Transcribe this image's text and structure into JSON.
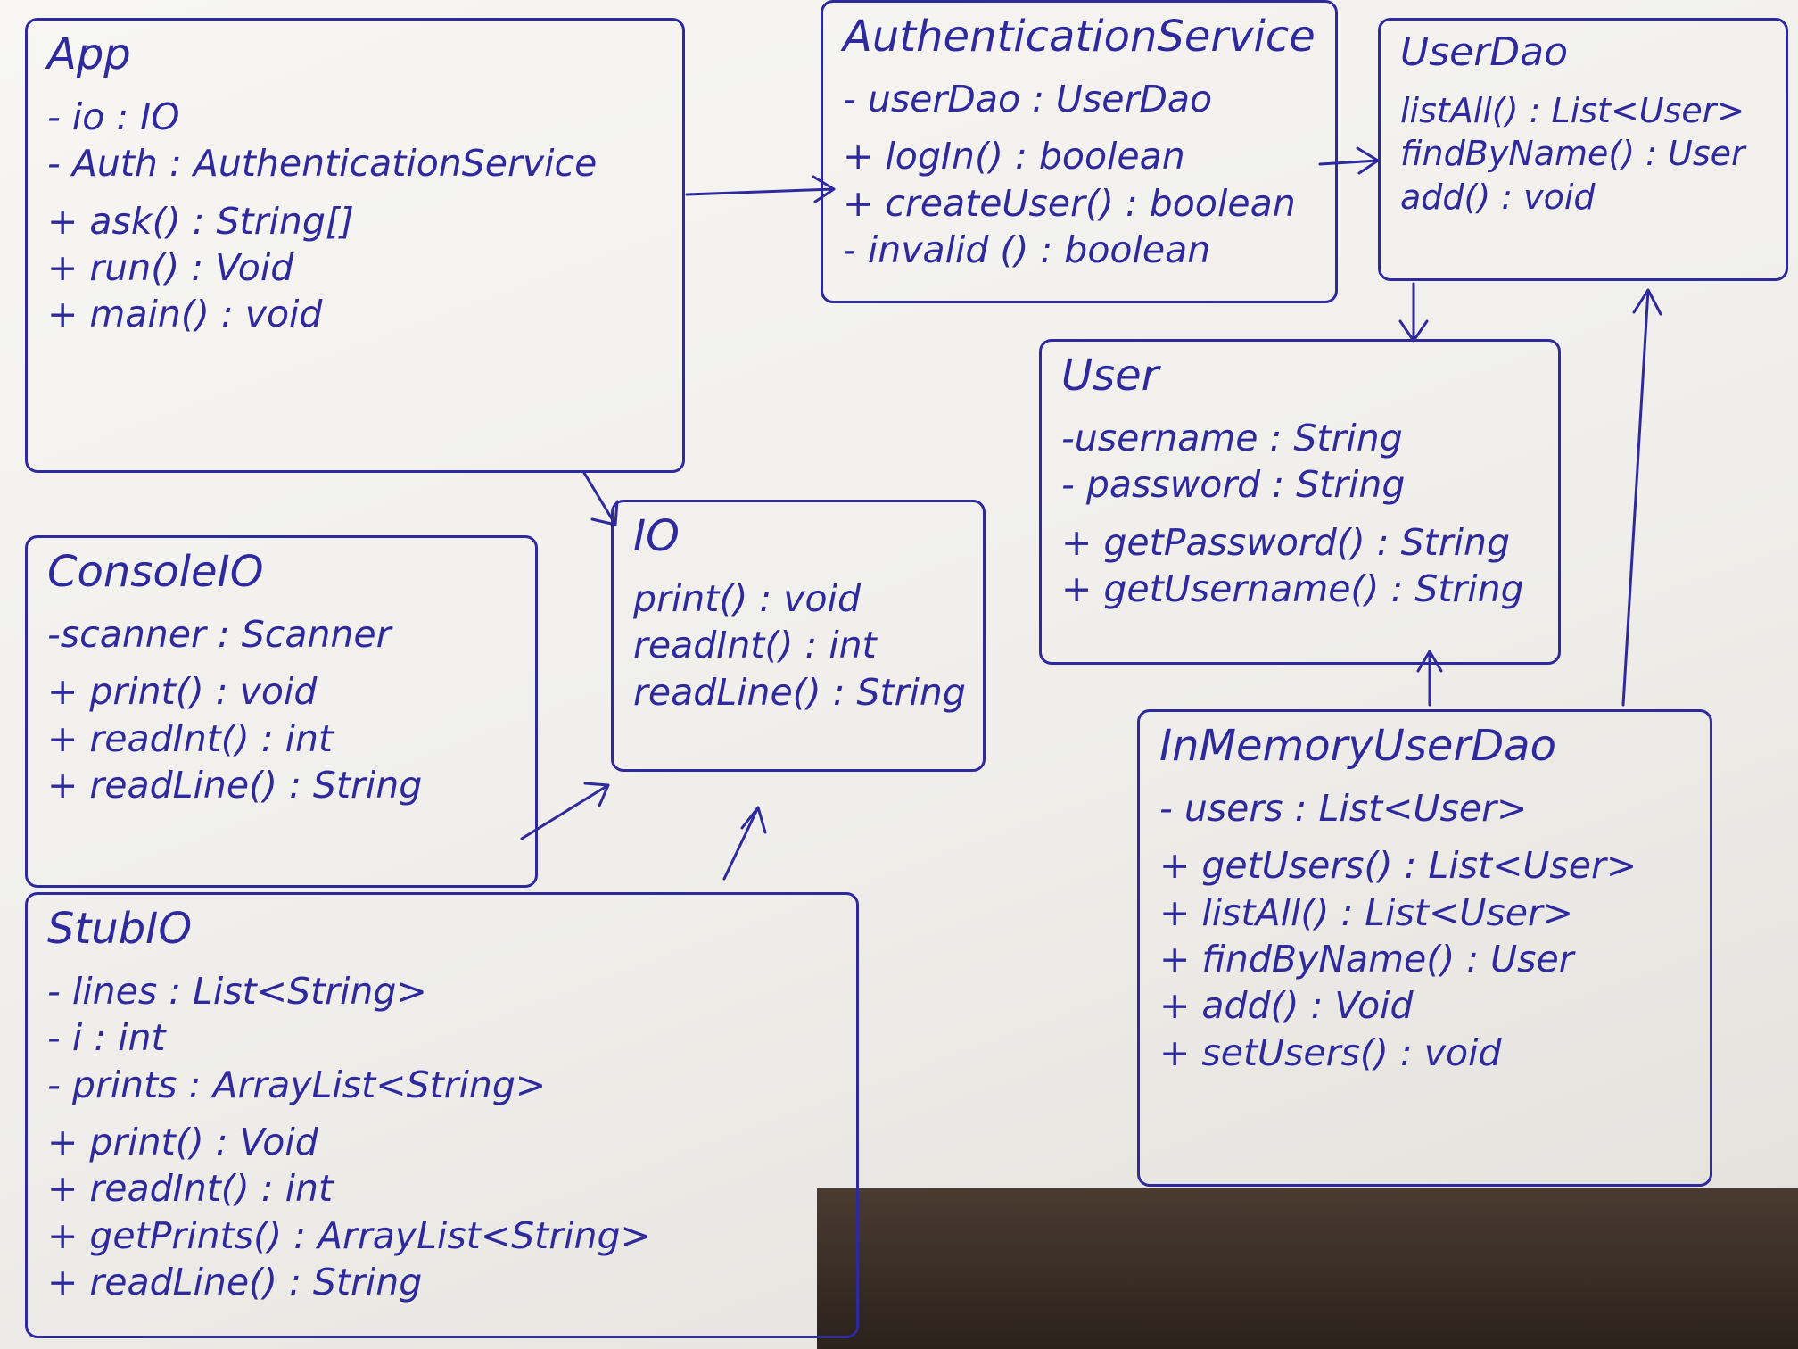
{
  "classes": {
    "app": {
      "title": "App",
      "attributes": [
        "- io : IO",
        "- Auth : AuthenticationService"
      ],
      "methods": [
        "+ ask() : String[]",
        "+ run() : Void",
        "+ main() : void"
      ]
    },
    "auth": {
      "title": "AuthenticationService",
      "attributes": [
        "- userDao : UserDao"
      ],
      "methods": [
        "+ logIn() : boolean",
        "+ createUser() : boolean",
        "- invalid () : boolean"
      ]
    },
    "userdao": {
      "title": "UserDao",
      "attributes": [],
      "methods": [
        "listAll() : List<User>",
        "findByName() : User",
        "add() : void"
      ]
    },
    "user": {
      "title": "User",
      "attributes": [
        "-username : String",
        "- password : String"
      ],
      "methods": [
        "+ getPassword() : String",
        "+ getUsername() : String"
      ]
    },
    "io": {
      "title": "IO",
      "attributes": [],
      "methods": [
        "print() : void",
        "readInt() : int",
        "readLine() : String"
      ]
    },
    "consoleio": {
      "title": "ConsoleIO",
      "attributes": [
        "-scanner : Scanner"
      ],
      "methods": [
        "+ print() : void",
        "+ readInt() : int",
        "+ readLine() : String"
      ]
    },
    "stubio": {
      "title": "StubIO",
      "attributes": [
        "- lines : List<String>",
        "- i : int",
        "- prints : ArrayList<String>"
      ],
      "methods": [
        "+ print() : Void",
        "+ readInt() : int",
        "+ getPrints() : ArrayList<String>",
        "+ readLine() : String"
      ]
    },
    "inmemory": {
      "title": "InMemoryUserDao",
      "attributes": [
        "- users : List<User>"
      ],
      "methods": [
        "+ getUsers() : List<User>",
        "+ listAll() : List<User>",
        "+ findByName() : User",
        "+ add() : Void",
        "+ setUsers() : void"
      ]
    }
  },
  "colors": {
    "ink": "#2e2a9e",
    "paper": "#f5f4f1",
    "table": "#3a2f27"
  }
}
